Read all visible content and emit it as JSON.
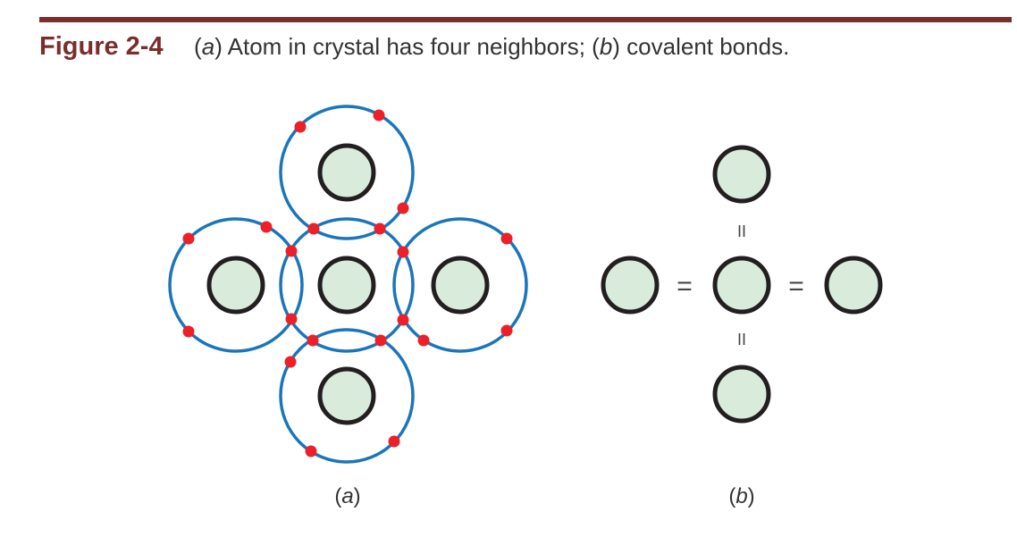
{
  "figure": {
    "label": "Figure 2-4",
    "caption_parts": [
      {
        "text": "(",
        "italic": false
      },
      {
        "text": "a",
        "italic": true
      },
      {
        "text": ") Atom in crystal has four neighbors; (",
        "italic": false
      },
      {
        "text": "b",
        "italic": true
      },
      {
        "text": ") covalent bonds.",
        "italic": false
      }
    ]
  },
  "panels": {
    "a": {
      "label_open": "(",
      "label_letter": "a",
      "label_close": ")"
    },
    "b": {
      "label_open": "(",
      "label_letter": "b",
      "label_close": ")"
    }
  },
  "bond_symbols": {
    "horizontal": "=",
    "vertical": "II"
  },
  "colors": {
    "accent": "#7a2e2c",
    "orbit": "#1b75bb",
    "electron": "#ec2028",
    "nucleus_fill": "#d9ecdc",
    "nucleus_stroke": "#231f20"
  }
}
